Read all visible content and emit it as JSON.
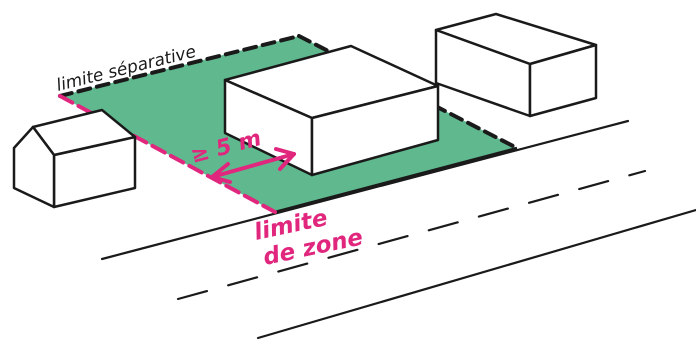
{
  "labels": {
    "separative": "limite séparative",
    "distance": "≥ 5 m",
    "zone_line1": "limite",
    "zone_line2": "de zone"
  },
  "colors": {
    "parcel_fill": "#5fb88e",
    "zone_limit": "#e0267d",
    "ink": "#1a1a1a",
    "background": "#ffffff"
  }
}
